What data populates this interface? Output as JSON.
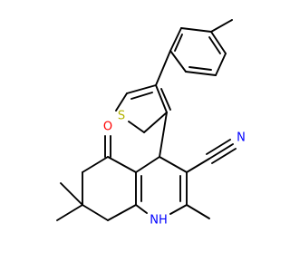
{
  "molecule": {
    "atoms": {
      "oxygen": {
        "symbol": "O",
        "color": "#ff0000"
      },
      "sulfur": {
        "symbol": "S",
        "color": "#b2b200"
      },
      "nitrile_n": {
        "symbol": "N",
        "color": "#0000ff"
      },
      "ring_nh": {
        "symbol": "NH",
        "color": "#0000ff"
      }
    },
    "bond_color": "#000000"
  }
}
